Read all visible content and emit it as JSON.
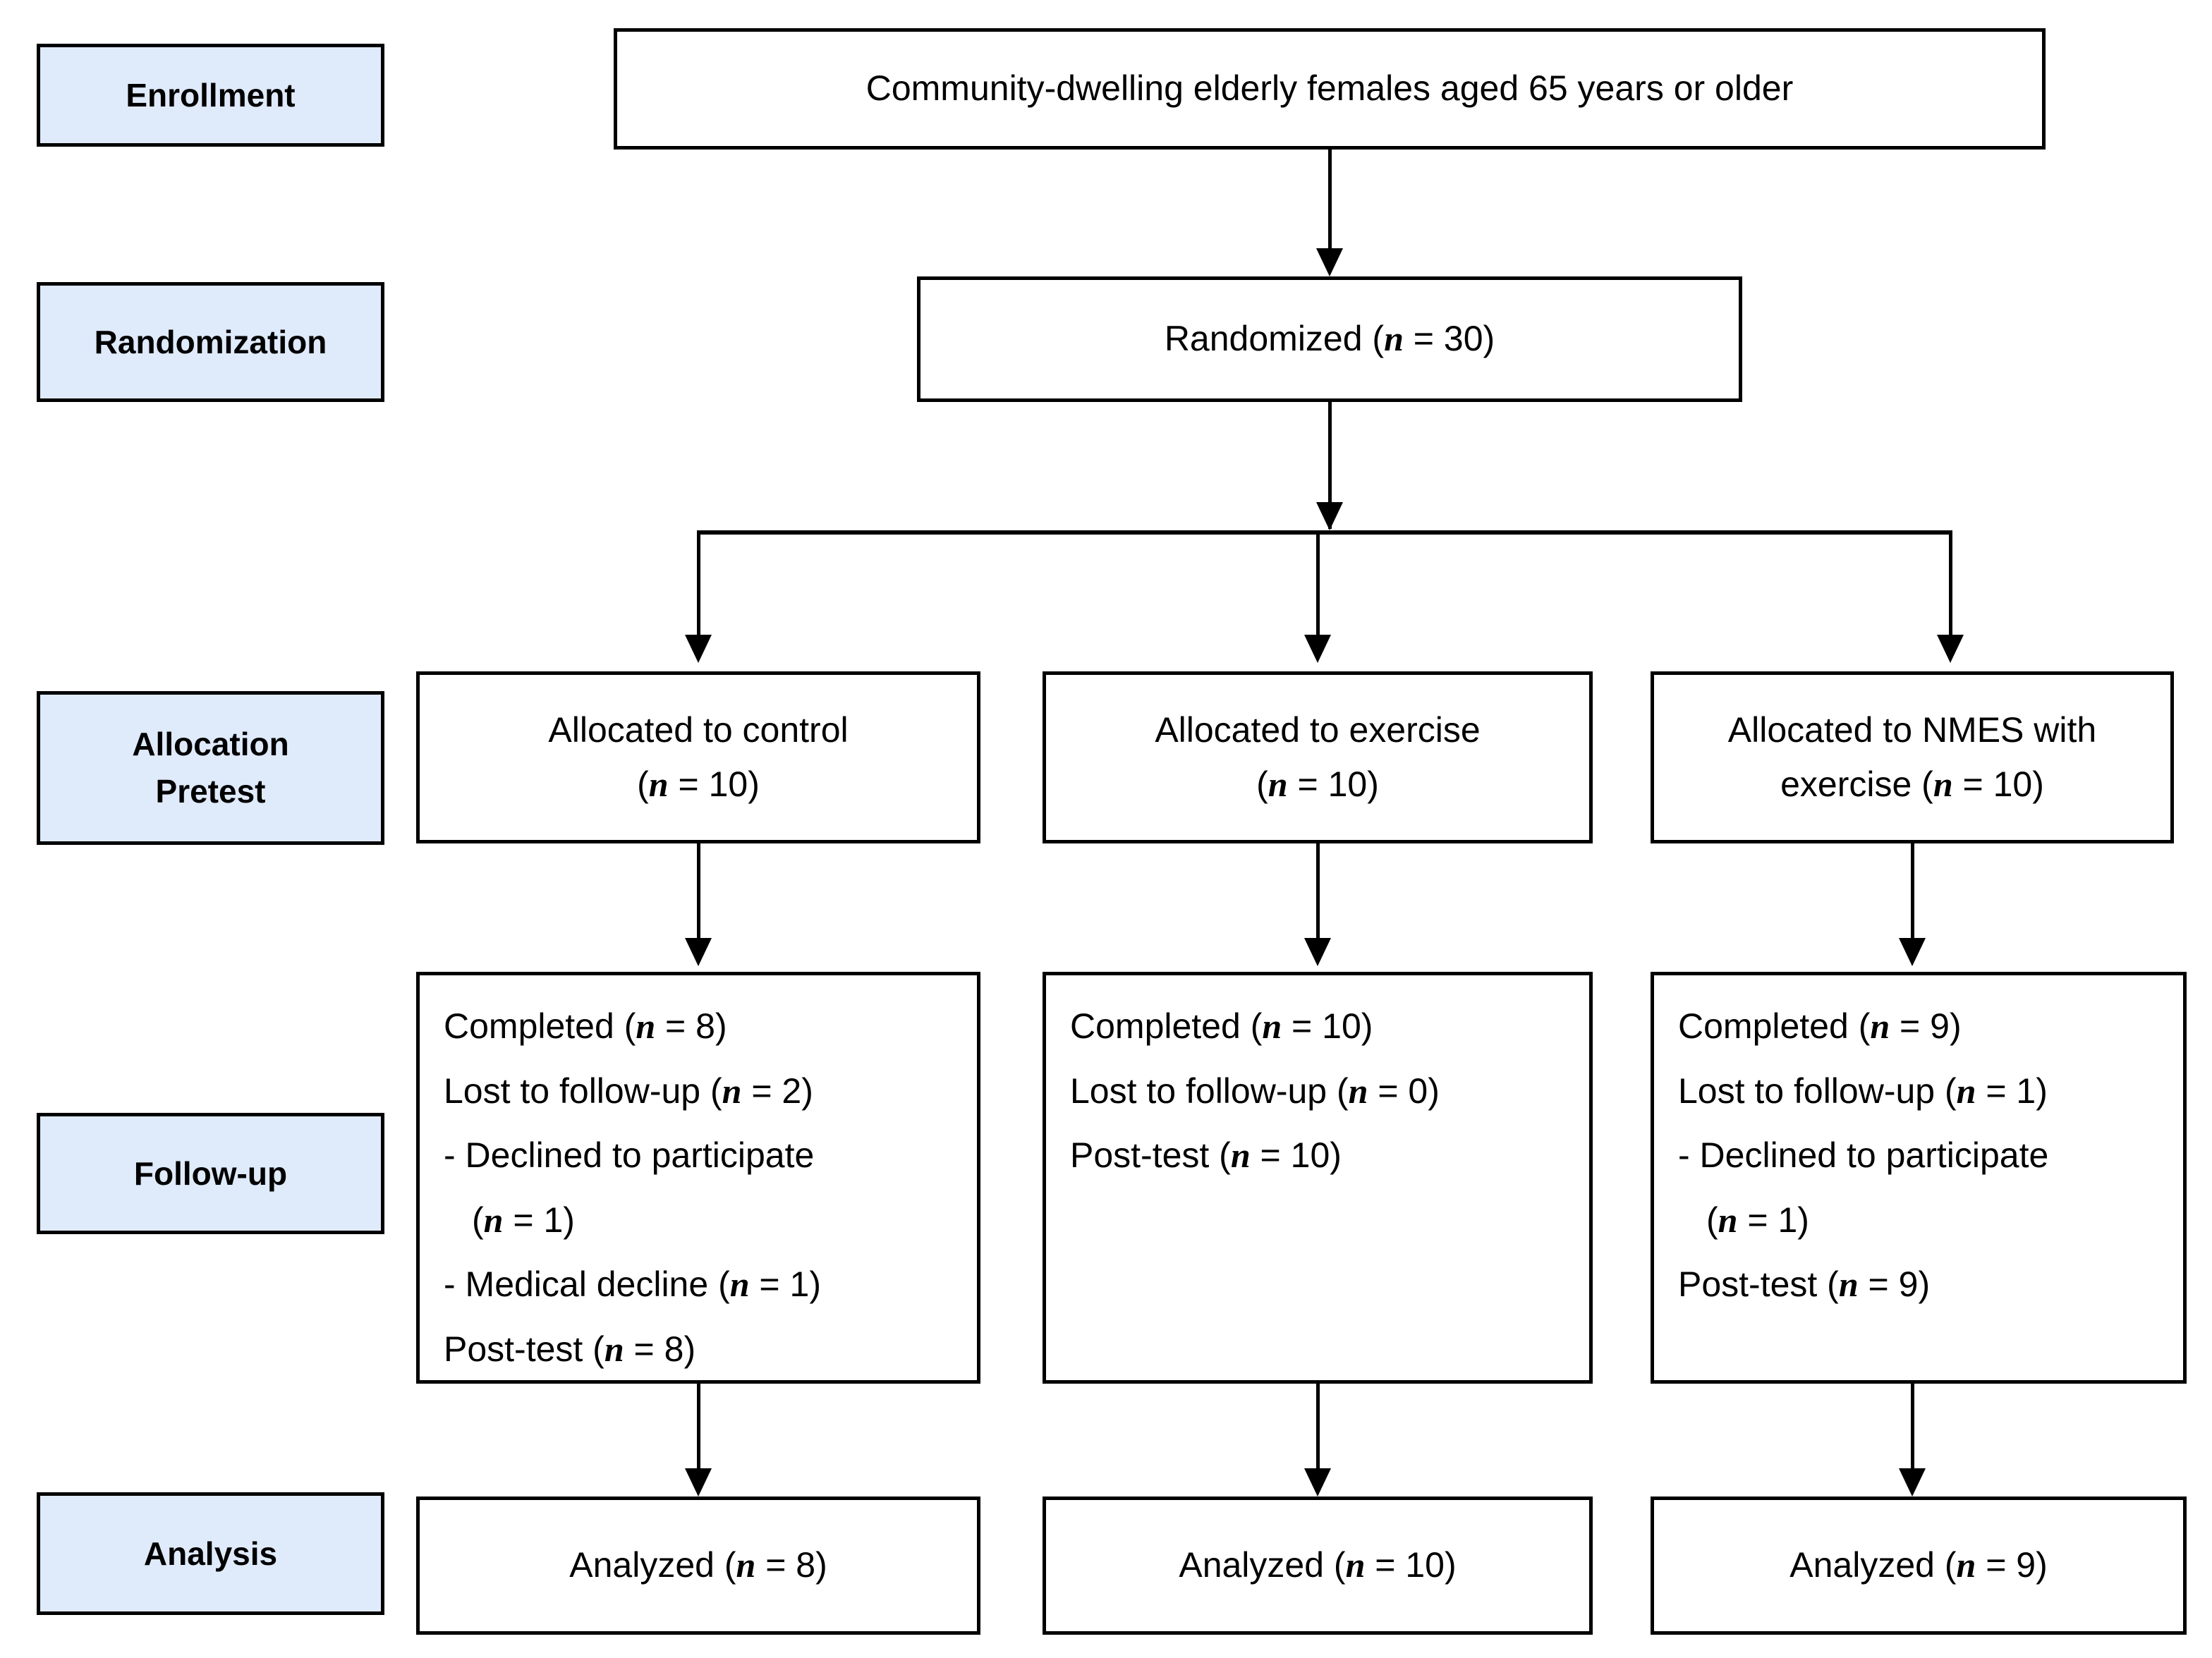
{
  "diagram": {
    "type": "consort-flow-diagram",
    "accent_color": "#dfeafb",
    "line_color": "#000000",
    "background": "#ffffff"
  },
  "stage_labels": {
    "enrollment": "Enrollment",
    "randomization": "Randomization",
    "allocation_line1": "Allocation",
    "allocation_line2": "Pretest",
    "followup": "Follow-up",
    "analysis": "Analysis"
  },
  "enrollment_node": {
    "text": "Community-dwelling elderly females aged 65 years or older"
  },
  "randomization_node": {
    "prefix": "Randomized (",
    "n": "n",
    "suffix": " = 30)"
  },
  "columns": [
    {
      "key": "control",
      "allocation": {
        "line1": "Allocated to control",
        "line2_prefix": "(",
        "line2_n": "n",
        "line2_suffix": " = 10)"
      },
      "followup_lines": [
        {
          "prefix": "Completed (",
          "n": "n",
          "suffix": " = 8)",
          "indent": false
        },
        {
          "prefix": "Lost to follow-up (",
          "n": "n",
          "suffix": " = 2)",
          "indent": false
        },
        {
          "prefix": "- Declined to participate",
          "n": "",
          "suffix": "",
          "indent": false
        },
        {
          "prefix": "(",
          "n": "n",
          "suffix": " = 1)",
          "indent": true
        },
        {
          "prefix": "- Medical decline (",
          "n": "n",
          "suffix": " = 1)",
          "indent": false
        },
        {
          "prefix": "Post-test (",
          "n": "n",
          "suffix": " = 8)",
          "indent": false
        }
      ],
      "analysis": {
        "prefix": "Analyzed (",
        "n": "n",
        "suffix": " = 8)"
      }
    },
    {
      "key": "exercise",
      "allocation": {
        "line1": "Allocated to exercise",
        "line2_prefix": "(",
        "line2_n": "n",
        "line2_suffix": " = 10)"
      },
      "followup_lines": [
        {
          "prefix": "Completed (",
          "n": "n",
          "suffix": " = 10)",
          "indent": false
        },
        {
          "prefix": "Lost to follow-up (",
          "n": "n",
          "suffix": " = 0)",
          "indent": false
        },
        {
          "prefix": "Post-test (",
          "n": "n",
          "suffix": " = 10)",
          "indent": false
        }
      ],
      "analysis": {
        "prefix": "Analyzed (",
        "n": "n",
        "suffix": " = 10)"
      }
    },
    {
      "key": "nmes",
      "allocation": {
        "line1": "Allocated to NMES with",
        "line2_prefix": "exercise (",
        "line2_n": "n",
        "line2_suffix": " = 10)"
      },
      "followup_lines": [
        {
          "prefix": "Completed (",
          "n": "n",
          "suffix": " = 9)",
          "indent": false
        },
        {
          "prefix": "Lost to follow-up (",
          "n": "n",
          "suffix": " = 1)",
          "indent": false
        },
        {
          "prefix": "- Declined to participate",
          "n": "",
          "suffix": "",
          "indent": false
        },
        {
          "prefix": "(",
          "n": "n",
          "suffix": " = 1)",
          "indent": true
        },
        {
          "prefix": "Post-test (",
          "n": "n",
          "suffix": " = 9)",
          "indent": false
        }
      ],
      "analysis": {
        "prefix": "Analyzed (",
        "n": "n",
        "suffix": " = 9)"
      }
    }
  ]
}
